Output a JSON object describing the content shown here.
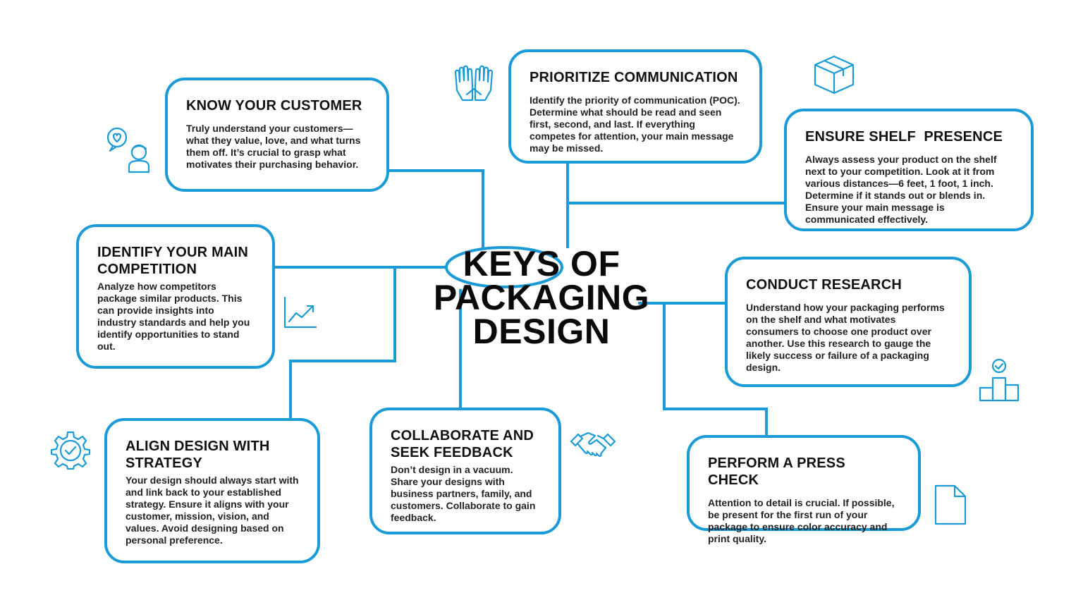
{
  "accent_color": "#1a9ad6",
  "title": {
    "line1": "KEYS OF",
    "line2": "PACKAGING",
    "line3": "DESIGN"
  },
  "cards": {
    "know_customer": {
      "heading": "KNOW YOUR CUSTOMER",
      "body": "Truly understand your customers—what they value, love, and what turns them off. It’s crucial to grasp what motivates their purchasing behavior."
    },
    "prioritize": {
      "heading": "PRIORITIZE COMMUNICATION",
      "body": "Identify the priority of communication (POC). Determine what should be read and seen first, second, and last. If everything competes for attention, your main message may be missed."
    },
    "shelf": {
      "heading": "ENSURE SHELF  PRESENCE",
      "body": "Always assess your product on the shelf next to your competition. Look at it from various distances—6 feet, 1 foot, 1 inch. Determine if it stands out or blends in. Ensure your main message is communicated effectively."
    },
    "competition": {
      "heading": "IDENTIFY YOUR MAIN COMPETITION",
      "body": "Analyze how competitors package similar products. This can provide insights into industry standards and help you identify opportunities to stand out."
    },
    "research": {
      "heading": "CONDUCT RESEARCH",
      "body": "Understand how your packaging performs on the shelf and what motivates consumers to choose one product over another. Use this research to gauge the likely success or failure of a packaging design."
    },
    "align": {
      "heading": "ALIGN DESIGN WITH STRATEGY",
      "body": "Your design should always start with and link back to your established strategy. Ensure it aligns with your customer, mission, vision, and values. Avoid designing based on personal preference."
    },
    "collaborate": {
      "heading": "COLLABORATE AND SEEK FEEDBACK",
      "body": "Don’t design in a vacuum. Share your designs with business partners, family, and customers. Collaborate to gain feedback."
    },
    "press": {
      "heading": "PERFORM A PRESS CHECK",
      "body": "Attention to detail is crucial. If possible, be present for the first run of your package to ensure color accuracy and print quality."
    }
  },
  "icons": [
    "customer-heart-icon",
    "raised-hands-icon",
    "box-icon",
    "growth-chart-icon",
    "podium-check-icon",
    "gear-check-icon",
    "handshake-icon",
    "document-icon"
  ]
}
